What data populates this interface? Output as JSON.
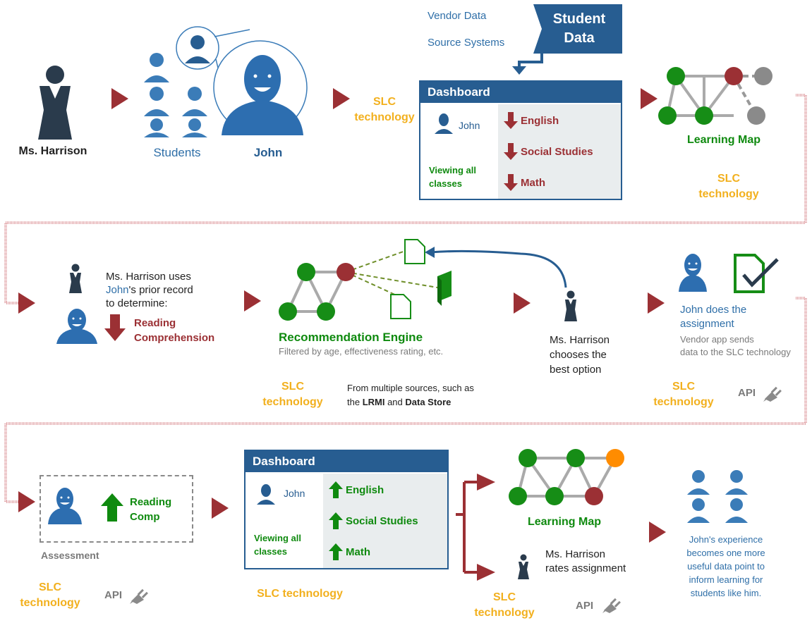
{
  "row1": {
    "teacher_label": "Ms. Harrison",
    "students_label": "Students",
    "john_label": "John",
    "slc1": "SLC\ntechnology",
    "vendor_data": "Vendor Data",
    "source_systems": "Source Systems",
    "student_data": "Student\nData",
    "dashboard": {
      "title": "Dashboard",
      "john": "John",
      "viewing": "Viewing all\nclasses",
      "subjects": [
        "English",
        "Social Studies",
        "Math"
      ],
      "trend": "down"
    },
    "learning_map": "Learning Map",
    "slc2": "SLC\ntechnology"
  },
  "row2": {
    "text_pre": "Ms. Harrison uses",
    "text_john": "John",
    "text_post": "'s prior record\nto determine:",
    "reading_comp": "Reading\nComprehension",
    "engine_title": "Recommendation Engine",
    "engine_sub": "Filtered by age, effectiveness rating, etc.",
    "slc": "SLC\ntechnology",
    "sources_pre": "From multiple sources, such as\nthe ",
    "sources_lrmi": "LRMI",
    "sources_and": " and ",
    "sources_ds": "Data Store",
    "chooses": "Ms. Harrison\nchooses the\nbest option",
    "john_does": "John does the\nassignment",
    "vendor_sends": "Vendor app sends\ndata to the SLC technology",
    "slc2": "SLC\ntechnology",
    "api": "API"
  },
  "row3": {
    "reading_comp": "Reading\nComp",
    "assessment": "Assessment",
    "slc1": "SLC\ntechnology",
    "api1": "API",
    "dashboard": {
      "title": "Dashboard",
      "john": "John",
      "viewing": "Viewing all\nclasses",
      "subjects": [
        "English",
        "Social Studies",
        "Math"
      ],
      "trend": "up"
    },
    "slc2": "SLC technology",
    "learning_map": "Learning Map",
    "rates": "Ms. Harrison\nrates assignment",
    "slc3": "SLC\ntechnology",
    "api3": "API",
    "experience": "John's experience\nbecomes one more\nuseful data point to\ninform learning for\nstudents like him."
  },
  "colors": {
    "maroon": "#9b3034",
    "green": "#0f8a0f",
    "blue": "#2f6fa8",
    "navy": "#275d91",
    "gold": "#f2b01e",
    "orange": "#ff8c00"
  }
}
